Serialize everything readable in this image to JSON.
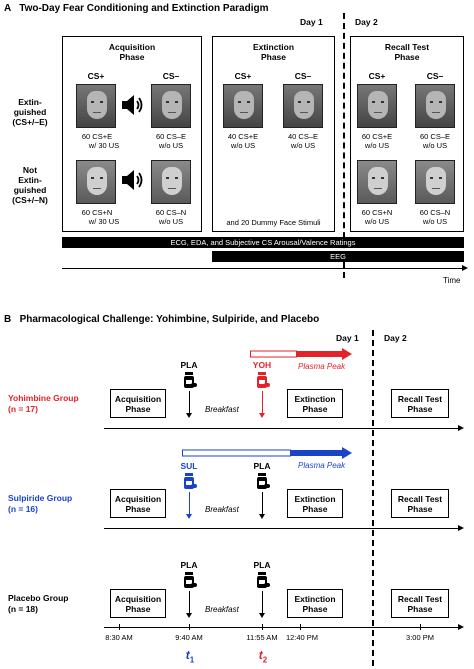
{
  "panel_a": {
    "letter": "A",
    "title": "Two-Day Fear Conditioning and Extinction Paradigm",
    "day1": "Day 1",
    "day2": "Day 2",
    "groups": {
      "extinguished": [
        "Extin-",
        "guished",
        "(CS+/–E)"
      ],
      "not_extinguished": [
        "Not",
        "Extin-",
        "guished",
        "(CS+/–N)"
      ]
    },
    "phases": {
      "acquisition": {
        "title": [
          "Acquisition",
          "Phase"
        ],
        "cs_plus": "CS+",
        "cs_minus": "CS–",
        "e_plus": [
          "60 CS+E",
          "w/ 30 US"
        ],
        "e_minus": [
          "60 CS–E",
          "w/o US"
        ],
        "n_plus": [
          "60 CS+N",
          "w/ 30 US"
        ],
        "n_minus": [
          "60 CS–N",
          "w/o US"
        ]
      },
      "extinction": {
        "title": [
          "Extinction",
          "Phase"
        ],
        "cs_plus": "CS+",
        "cs_minus": "CS–",
        "e_plus": [
          "40 CS+E",
          "w/o US"
        ],
        "e_minus": [
          "40 CS–E",
          "w/o US"
        ],
        "dummy": "and 20 Dummy Face Stimuli"
      },
      "recall": {
        "title": [
          "Recall Test",
          "Phase"
        ],
        "cs_plus": "CS+",
        "cs_minus": "CS–",
        "e_plus": [
          "60 CS+E",
          "w/o US"
        ],
        "e_minus": [
          "60 CS–E",
          "w/o US"
        ],
        "n_plus": [
          "60 CS+N",
          "w/o US"
        ],
        "n_minus": [
          "60 CS–N",
          "w/o US"
        ]
      }
    },
    "bar_ratings": "ECG, EDA, and Subjective CS Arousal/Valence Ratings",
    "bar_eeg": "EEG",
    "time": "Time"
  },
  "panel_b": {
    "letter": "B",
    "title": "Pharmacological Challenge: Yohimbine, Sulpiride, and Placebo",
    "day1": "Day 1",
    "day2": "Day 2",
    "groups": [
      {
        "name": "Yohimbine Group",
        "n": "(n = 17)",
        "color": "#e3232a"
      },
      {
        "name": "Sulpiride Group",
        "n": "(n = 16)",
        "color": "#1a44c8"
      },
      {
        "name": "Placebo Group",
        "n": "(n = 18)",
        "color": "#000000"
      }
    ],
    "acquisition": [
      "Acquisition",
      "Phase"
    ],
    "extinction": [
      "Extinction",
      "Phase"
    ],
    "recall": [
      "Recall Test",
      "Phase"
    ],
    "drugs": {
      "pla": "PLA",
      "yoh": "YOH",
      "sul": "SUL"
    },
    "breakfast": "Breakfast",
    "plasma_peak": "Plasma Peak",
    "time_labels": [
      "8:30 AM",
      "9:40 AM",
      "11:55 AM",
      "12:40 PM",
      "3:00 PM"
    ],
    "t1": "t",
    "t1_sub": "1",
    "t2": "t",
    "t2_sub": "2"
  },
  "colors": {
    "yohimbine": "#e3232a",
    "sulpiride": "#1a44c8",
    "placebo": "#000000"
  }
}
